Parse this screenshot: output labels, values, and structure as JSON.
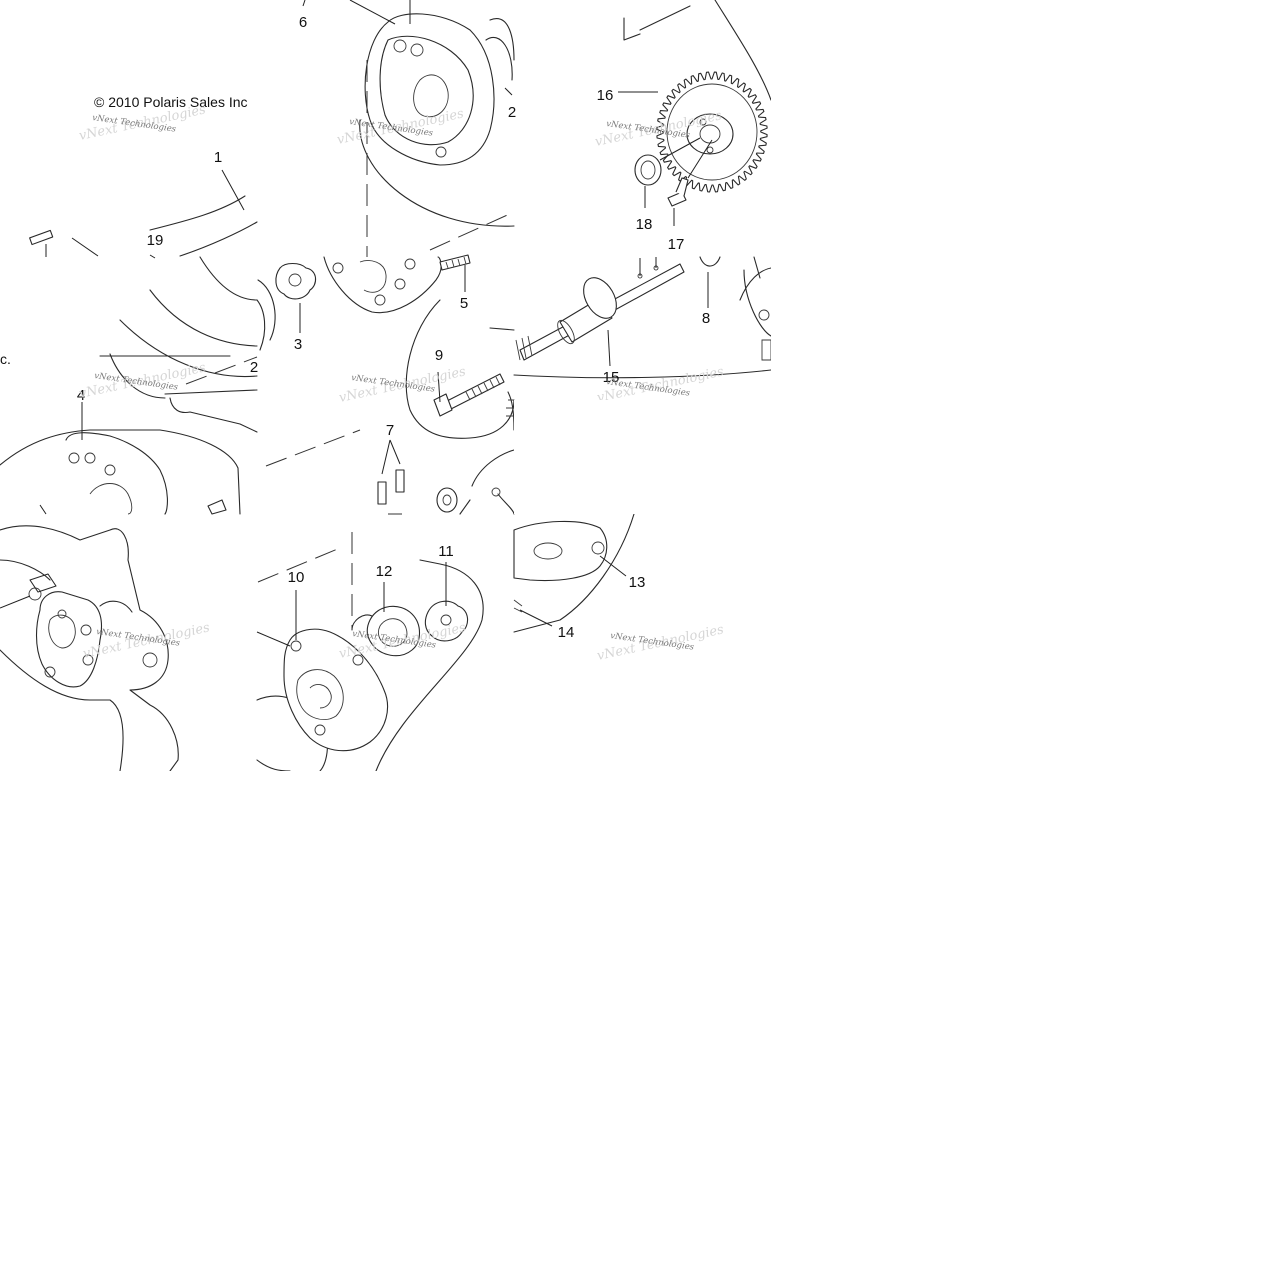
{
  "copyright": "© 2010 Polaris Sales Inc.",
  "copyright_fragment": "c.",
  "watermark": "vNext Technologies",
  "callouts": [
    "1",
    "2",
    "3",
    "4",
    "5",
    "6",
    "7",
    "8",
    "9",
    "10",
    "11",
    "12",
    "13",
    "14",
    "15",
    "16",
    "17",
    "18",
    "19"
  ],
  "colors": {
    "line": "#2a2a2a",
    "background": "#ffffff",
    "watermark": "#7a7a7a"
  }
}
